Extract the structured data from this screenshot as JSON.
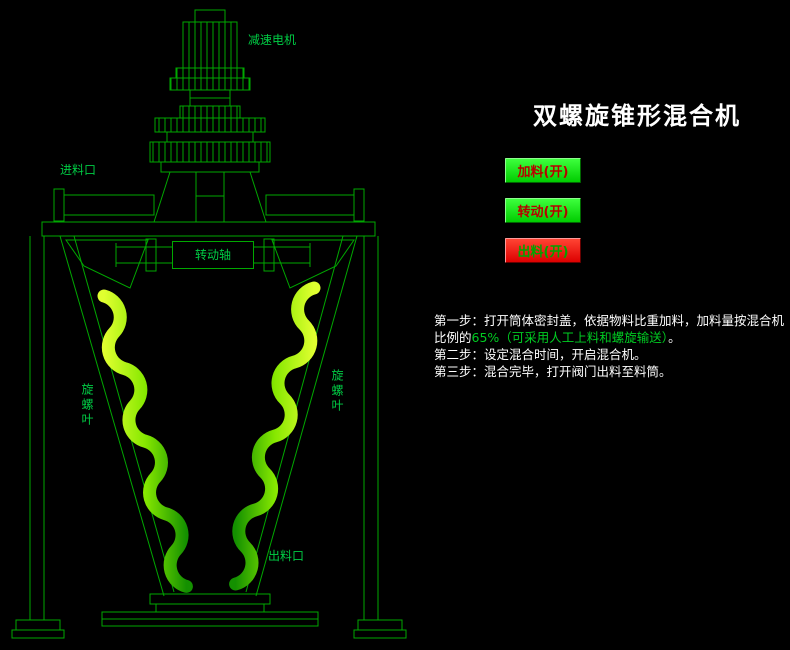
{
  "title": "双螺旋锥形混合机",
  "machine": {
    "motor_label": "减速电机",
    "inlet_label": "进料口",
    "shaft_label": "转动轴",
    "left_blade_label": "旋螺叶",
    "right_blade_label": "旋螺叶",
    "outlet_label": "出料口"
  },
  "buttons": {
    "feed": "加料(开)",
    "rotate": "转动(开)",
    "discharge": "出料(开)"
  },
  "instructions": {
    "line1": "第一步：打开筒体密封盖，依据物料比重加料，加料量按混合机",
    "line2_pre": "比例的",
    "line2_green": "65%（可采用人工上料和螺旋输送）",
    "line2_post": "。",
    "line3": "第二步：设定混合时间，开启混合机。",
    "line4": "第三步：混合完毕，打开阀门出料至料筒。"
  },
  "colors": {
    "background": "#000000",
    "line_green": "#00a800",
    "label_green": "#00cc44",
    "screw_bright": "#e0ff30",
    "screw_dark": "#149000",
    "button_green": "#00cc00",
    "button_red": "#dd0000",
    "button_text_red": "#b80000",
    "button_text_green": "#00a500",
    "title_white": "#ffffff"
  }
}
